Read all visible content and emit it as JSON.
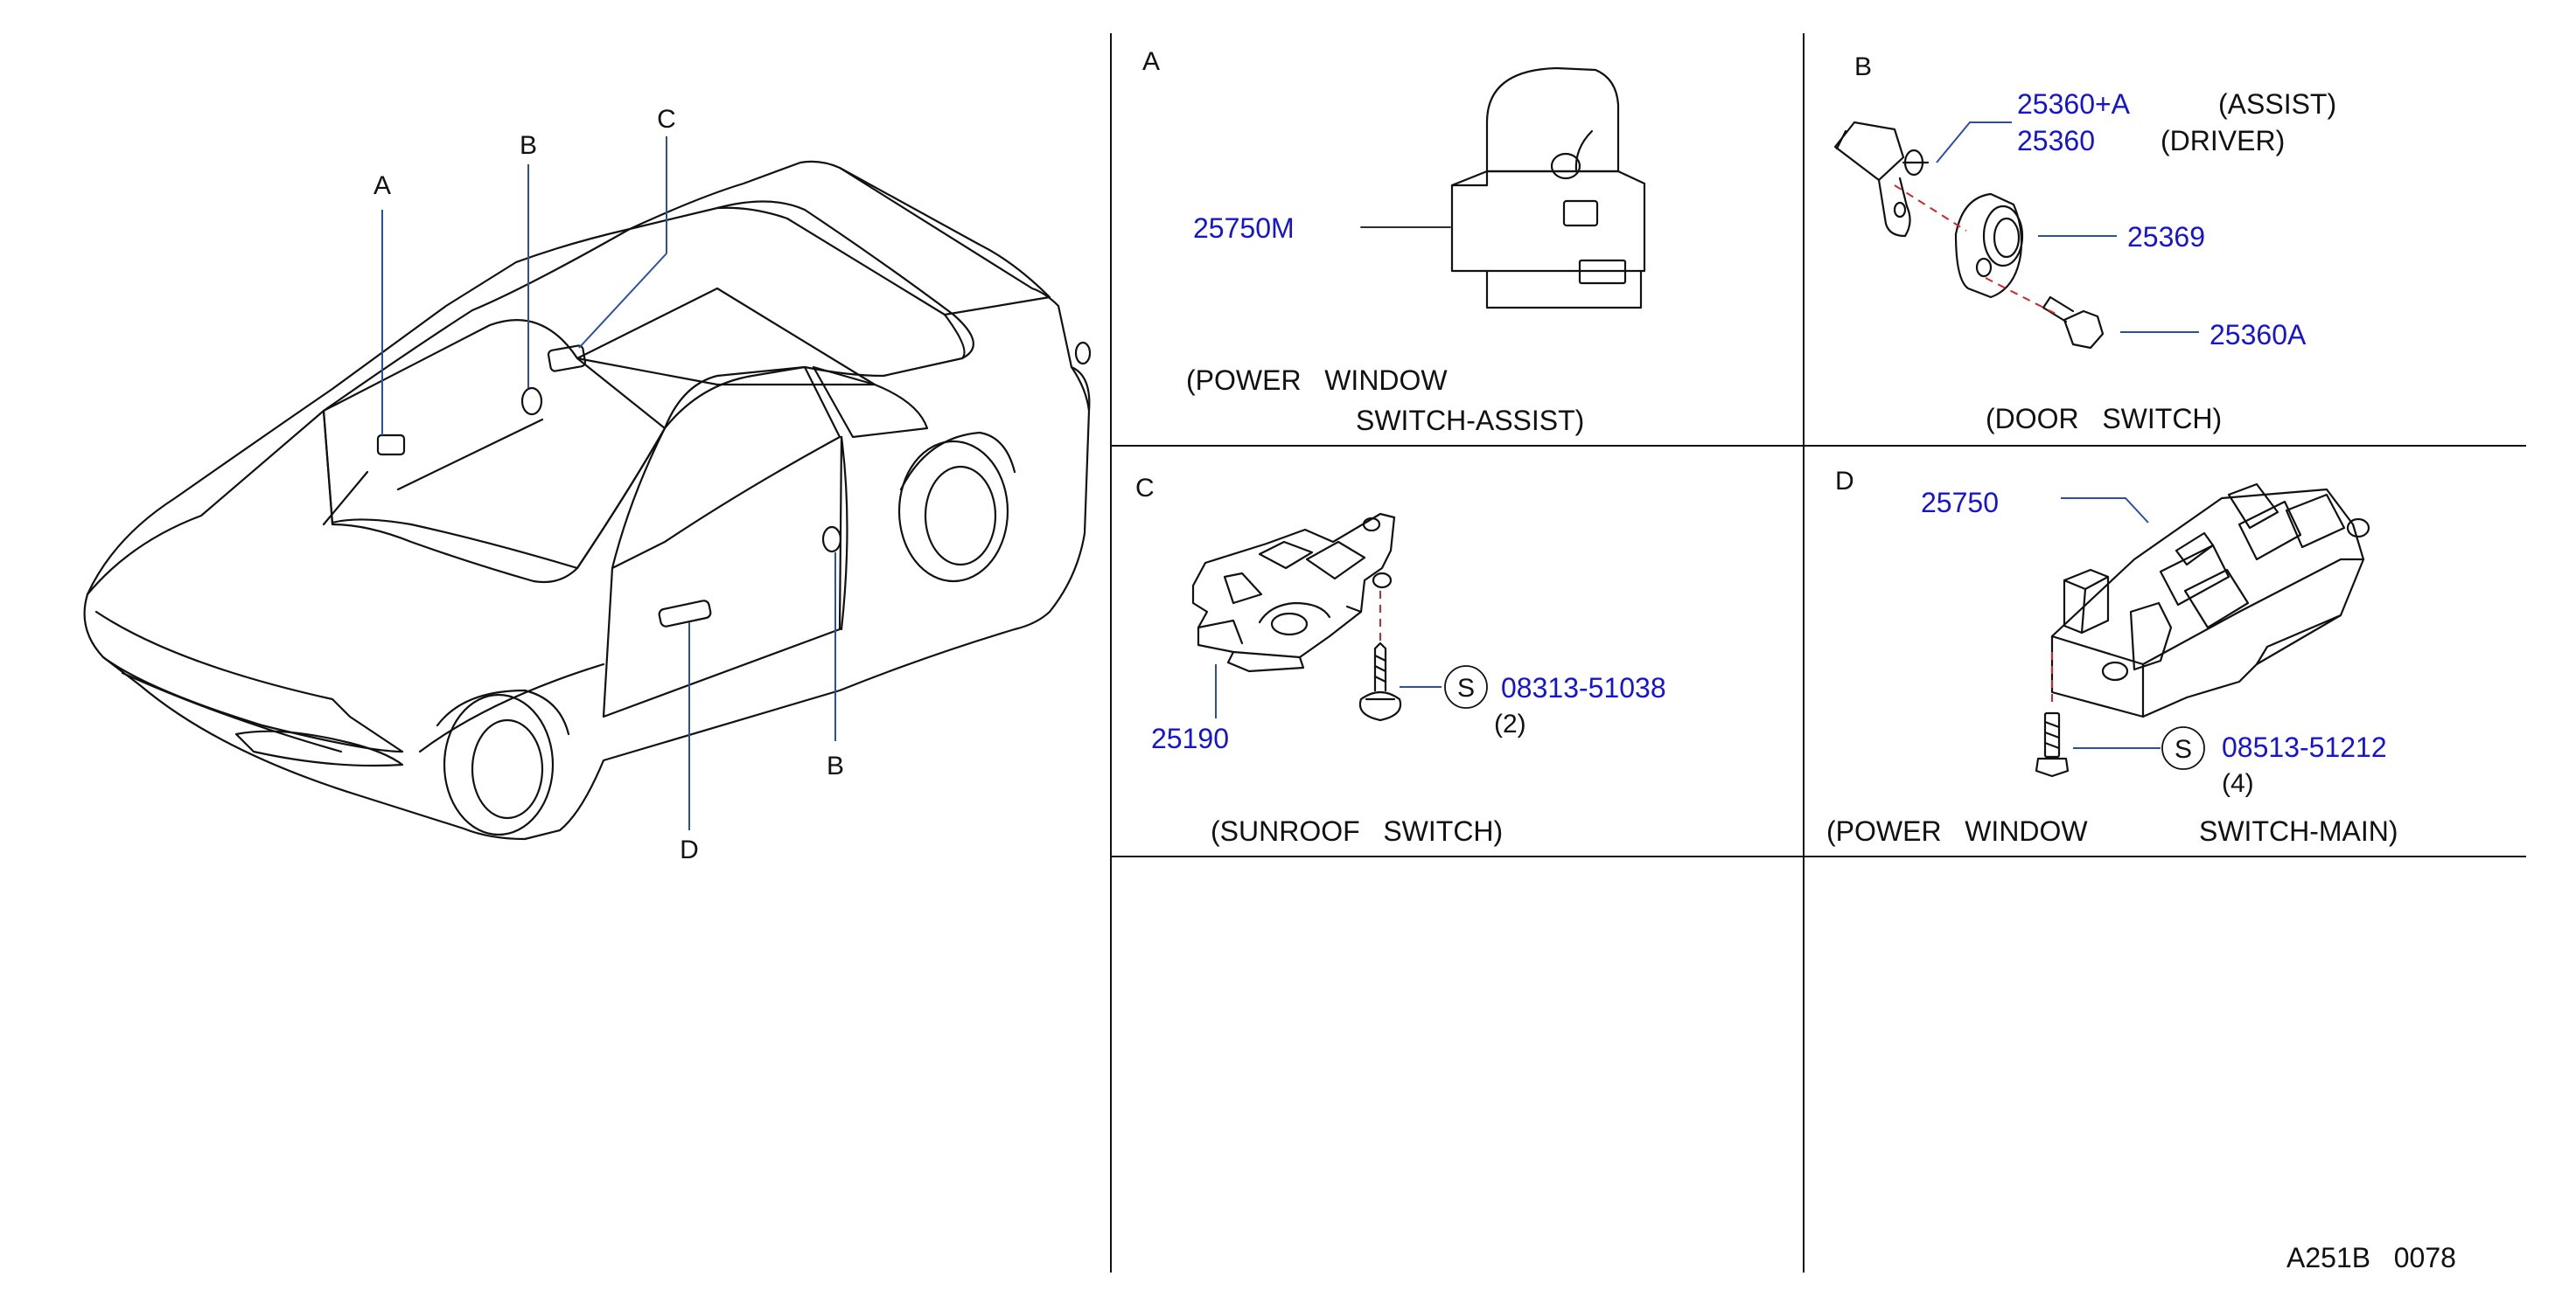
{
  "overview": {
    "callouts": {
      "a": "A",
      "b_top": "B",
      "c": "C",
      "b_bottom": "B",
      "d": "D"
    }
  },
  "panels": {
    "a": {
      "letter": "A",
      "part": "25750M",
      "caption_line1": "(POWER   WINDOW",
      "caption_line2": "SWITCH-ASSIST)"
    },
    "b": {
      "letter": "B",
      "part_assist": "25360+A",
      "assist_label": "(ASSIST)",
      "part_driver": "25360",
      "driver_label": "(DRIVER)",
      "part_cap": "25369",
      "part_bolt": "25360A",
      "caption": "(DOOR   SWITCH)"
    },
    "c": {
      "letter": "C",
      "part": "25190",
      "screw_symbol": "S",
      "screw_part": "08313-51038",
      "screw_qty": "(2)",
      "caption": "(SUNROOF   SWITCH)"
    },
    "d": {
      "letter": "D",
      "part": "25750",
      "bolt_symbol": "S",
      "bolt_part": "08513-51212",
      "bolt_qty": "(4)",
      "caption_left": "(POWER   WINDOW",
      "caption_right": "SWITCH-MAIN)"
    }
  },
  "footer": {
    "code": "A251B   0078"
  },
  "colors": {
    "line": "#111111",
    "part_number": "#1414d2",
    "leader": "#2a4fa8",
    "centerline": "#d0262e"
  }
}
